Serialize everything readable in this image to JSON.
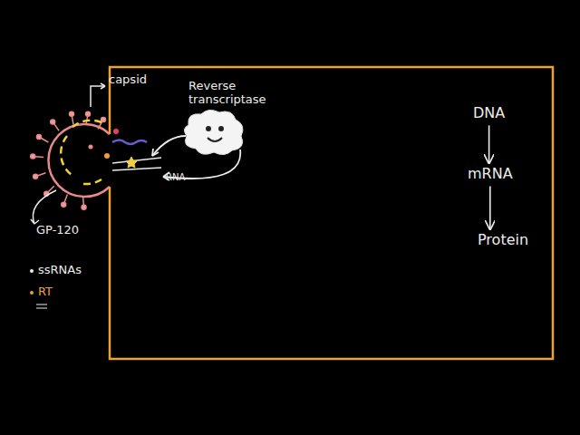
{
  "diagram": {
    "nodes": [
      {
        "text": [
          "Reverse transcriptase"
        ]
      },
      {
        "text": [
          "DNA"
        ]
      },
      {
        "text": [
          "mRNA"
        ]
      },
      {
        "text": [
          "Protein"
        ]
      }
    ],
    "edges": [
      {
        "from": 1,
        "to": 2,
        "arrow": "to"
      },
      {
        "from": 2,
        "to": 3,
        "arrow": "to"
      }
    ],
    "labels": [
      "capsid",
      "RNA",
      "GP-120",
      "ssRNAs",
      "RT"
    ]
  }
}
